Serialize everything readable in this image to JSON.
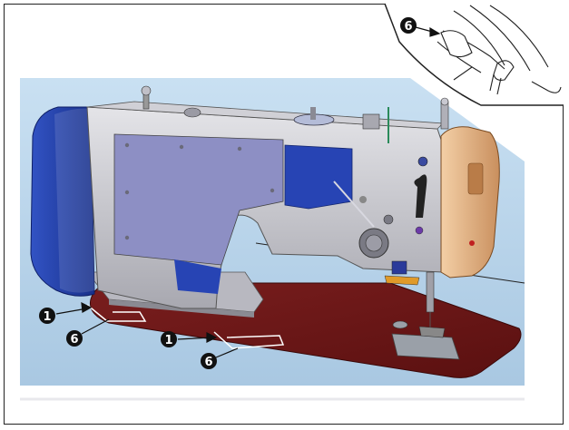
{
  "callouts": {
    "inset_part": "6",
    "left_hinge_seat": "1",
    "left_hinge": "6",
    "right_hinge_seat": "1",
    "right_hinge": "6"
  },
  "colors": {
    "background_wall": "#bcd8ee",
    "table_top": "#6a1818",
    "arm_body": "#c8c8cc",
    "cover_panel": "#8d8fc4",
    "motor_blue": "#1e3fa8",
    "face_plate": "#e7b98c"
  }
}
